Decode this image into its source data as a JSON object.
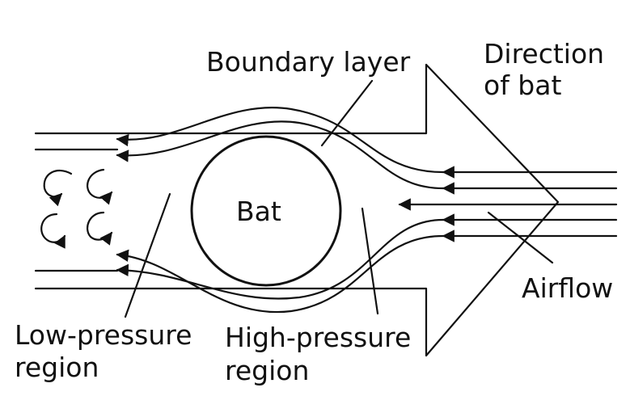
{
  "labels": {
    "boundary_layer": "Boundary layer",
    "direction_line1": "Direction",
    "direction_line2": "of bat",
    "bat": "Bat",
    "airflow": "Airflow",
    "low_line1": "Low-pressure",
    "low_line2": "region",
    "high_line1": "High-pressure",
    "high_line2": "region"
  },
  "colors": {
    "ink": "#111111",
    "background": "#ffffff"
  }
}
